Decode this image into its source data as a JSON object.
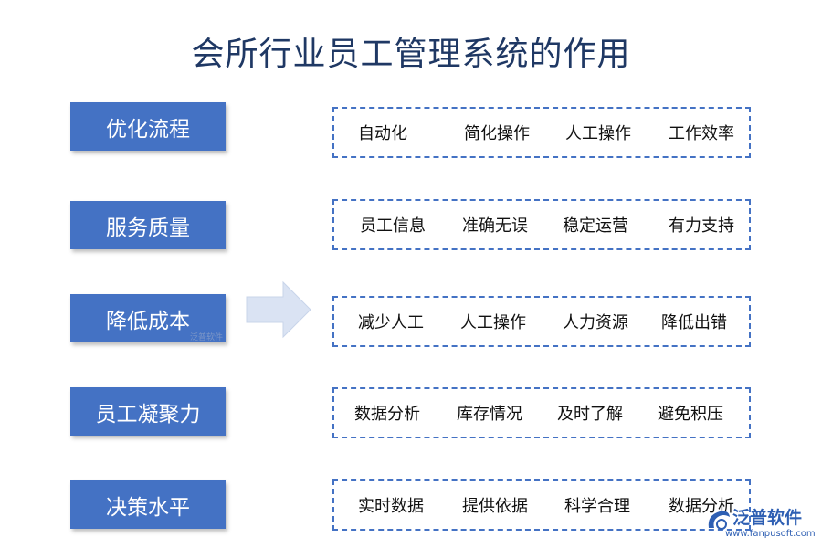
{
  "title": "会所行业员工管理系统的作用",
  "colors": {
    "category_fill": "#4472c4",
    "title": "#1f3864",
    "box_border": "#4472c4",
    "arrow_fill": "#dae3f3"
  },
  "rows": [
    {
      "category": "优化流程",
      "items": [
        "自动化",
        "简化操作",
        "人工操作",
        "工作效率"
      ]
    },
    {
      "category": "服务质量",
      "items": [
        "员工信息",
        "准确无误",
        "稳定运营",
        "有力支持"
      ]
    },
    {
      "category": "降低成本",
      "items": [
        "减少人工",
        "人工操作",
        "人力资源",
        "降低出错"
      ]
    },
    {
      "category": "员工凝聚力",
      "items": [
        "数据分析",
        "库存情况",
        "及时了解",
        "避免积压"
      ]
    },
    {
      "category": "决策水平",
      "items": [
        "实时数据",
        "提供依据",
        "科学合理",
        "数据分析"
      ]
    }
  ],
  "watermark": {
    "small": "泛普软件",
    "logo_name": "泛普软件",
    "logo_url": "www.fanpusoft.com"
  }
}
